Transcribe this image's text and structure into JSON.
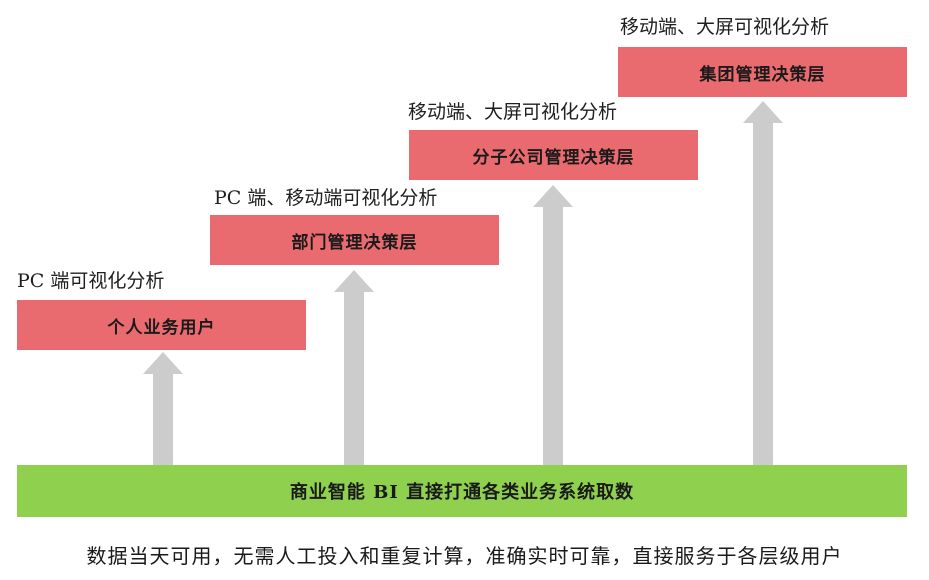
{
  "tiers": [
    {
      "caption": "PC 端可视化分析",
      "box": "个人业务用户"
    },
    {
      "caption": "PC 端、移动端可视化分析",
      "box": "部门管理决策层"
    },
    {
      "caption": "移动端、大屏可视化分析",
      "box": "分子公司管理决策层"
    },
    {
      "caption": "移动端、大屏可视化分析",
      "box": "集团管理决策层"
    }
  ],
  "base": "商业智能 BI 直接打通各类业务系统取数",
  "footer": "数据当天可用，无需人工投入和重复计算，准确实时可靠，直接服务于各层级用户",
  "colors": {
    "tier_box": "#ea6b6f",
    "base_bar": "#8fd14f",
    "arrow": "#cccccc"
  }
}
